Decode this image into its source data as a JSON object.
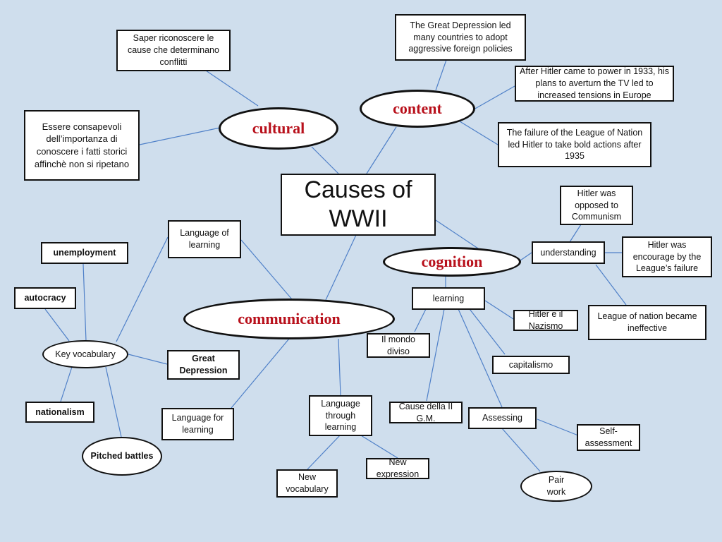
{
  "title": "Causes of\nWWII",
  "branches": {
    "cultural": "cultural",
    "content": "content",
    "cognition": "cognition",
    "communication": "communication"
  },
  "cultural_items": {
    "saper": "Saper riconoscere le cause che determinano conflitti",
    "essere": "Essere consapevoli dell’importanza di conoscere  i fatti storici affinchè non si ripetano"
  },
  "content_items": {
    "depression": "The Great Depression led many  countries to adopt aggressive foreign policies",
    "hitler_power": "After  Hitler came to power in 1933, his plans to averturn the TV led to increased tensions in Europe",
    "league_failure": "The failure of the League of Nation led Hitler to take bold actions after 1935"
  },
  "cognition_items": {
    "understanding": "understanding",
    "opposed": "Hitler was opposed to Communism",
    "encourage": "Hitler was encourage by the League’s failure",
    "ineffective": "League of nation became ineffective",
    "learning": "learning",
    "nazismo": "Hitler e il Nazismo",
    "capitalismo": "capitalismo",
    "cause": "Cause della II G.M.",
    "mondo": "Il mondo diviso",
    "assessing": "Assessing",
    "self": "Self-assessment",
    "pair": "Pair\nwork"
  },
  "communication_items": {
    "lang_of": "Language of learning",
    "lang_for": "Language for learning",
    "lang_through": "Language through learning",
    "new_vocab": "New vocabulary",
    "new_expr": "New expression",
    "key_vocab": "Key vocabulary",
    "unemployment": "unemployment",
    "autocracy": "autocracy",
    "nationalism": "nationalism",
    "great_depression": "Great Depression",
    "pitched": "Pitched battles"
  },
  "colors": {
    "background": "#cfdeed",
    "link": "#4f80c8",
    "branch_text": "#b8101b",
    "border": "#111111"
  }
}
